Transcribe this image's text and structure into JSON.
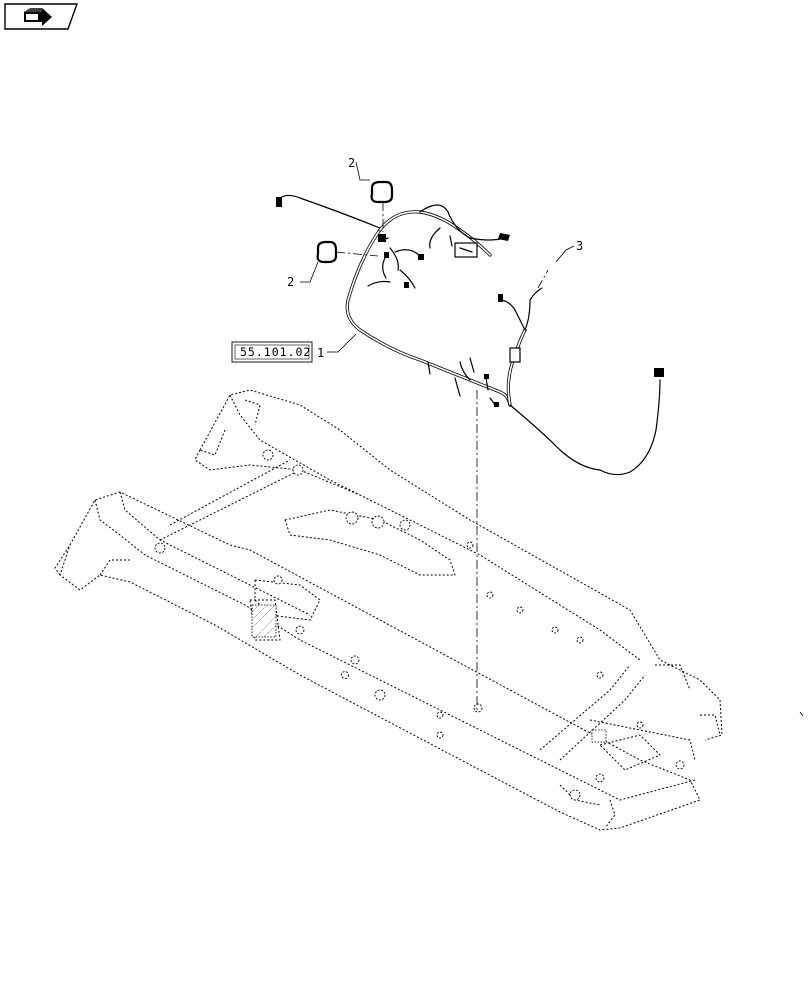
{
  "navigation": {
    "icon": "arrow-right-icon"
  },
  "callouts": [
    {
      "id": "callout-2-upper",
      "label": "2"
    },
    {
      "id": "callout-2-lower",
      "label": "2"
    },
    {
      "id": "callout-3",
      "label": "3"
    },
    {
      "id": "callout-1",
      "label": "1"
    }
  ],
  "reference": {
    "label": "55.101.02"
  },
  "colors": {
    "line": "#000000",
    "background": "#ffffff"
  }
}
